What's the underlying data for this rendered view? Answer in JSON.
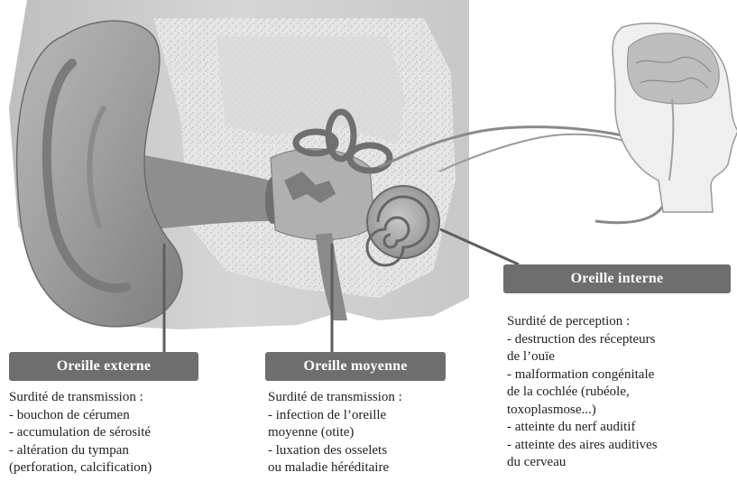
{
  "colors": {
    "label_background": "#6e6e6e",
    "label_text": "#ffffff",
    "body_text": "#222222",
    "illustration_gray": "#9a9a9a"
  },
  "sections": {
    "externe": {
      "label": "Oreille externe",
      "lines": [
        "Surdité de transmission :",
        "- bouchon de cérumen",
        "- accumulation de sérosité",
        "- altération du tympan",
        "(perforation, calcification)"
      ]
    },
    "moyenne": {
      "label": "Oreille moyenne",
      "lines": [
        "Surdité de transmission :",
        "- infection de l’oreille",
        "moyenne (otite)",
        "- luxation des osselets",
        "ou maladie héréditaire"
      ]
    },
    "interne": {
      "label": "Oreille interne",
      "lines": [
        "Surdité de perception :",
        "- destruction des récepteurs",
        "de l’ouïe",
        "- malformation congénitale",
        "de la cochlée (rubéole,",
        "toxoplasmose...)",
        "- atteinte du nerf auditif",
        "- atteinte des aires auditives",
        "du cerveau"
      ]
    }
  }
}
